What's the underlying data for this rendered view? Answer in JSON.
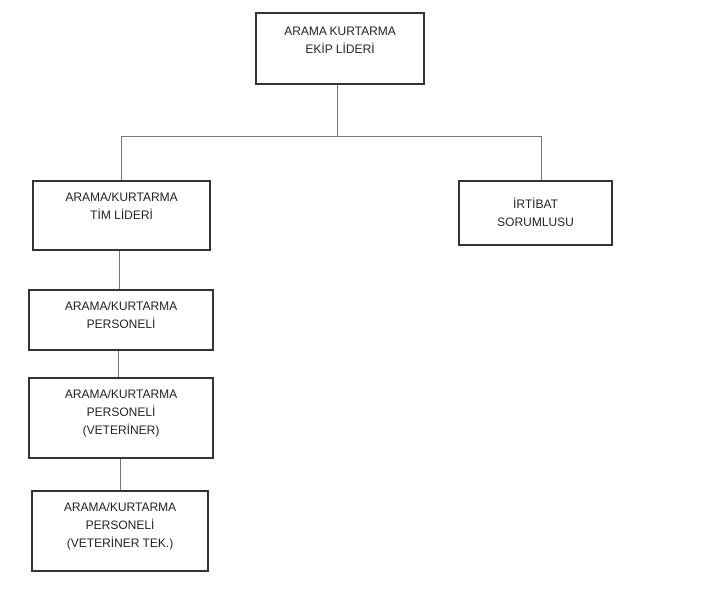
{
  "nodes": {
    "ekip_lideri": [
      "ARAMA KURTARMA",
      "EKİP LİDERİ"
    ],
    "tim_lideri": [
      "ARAMA/KURTARMA",
      "TİM LİDERİ"
    ],
    "irtibat": [
      "İRTİBAT",
      "SORUMLUSU"
    ],
    "personel": [
      "ARAMA/KURTARMA",
      "PERSONELİ"
    ],
    "veteriner": [
      "ARAMA/KURTARMA",
      "PERSONELİ",
      "(VETERİNER)"
    ],
    "veteriner_tek": [
      "ARAMA/KURTARMA",
      "PERSONELİ",
      "(VETERİNER TEK.)"
    ]
  }
}
